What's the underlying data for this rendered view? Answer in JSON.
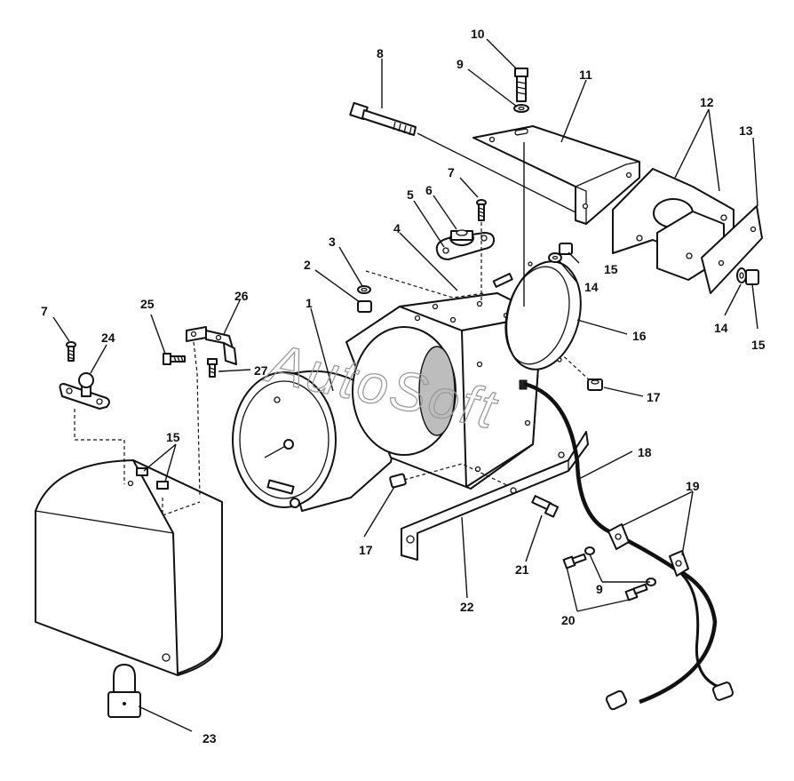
{
  "watermark": "AutoSoft",
  "callouts": [
    "1",
    "2",
    "3",
    "4",
    "5",
    "6",
    "7",
    "7",
    "8",
    "9",
    "9",
    "10",
    "11",
    "12",
    "13",
    "14",
    "14",
    "15",
    "15",
    "15",
    "16",
    "17",
    "17",
    "18",
    "19",
    "20",
    "21",
    "22",
    "23",
    "24",
    "25",
    "26",
    "27"
  ],
  "colors": {
    "line": "#111111",
    "paper": "#ffffff",
    "cable": "#111111",
    "watermark": "#9a9a9a"
  }
}
